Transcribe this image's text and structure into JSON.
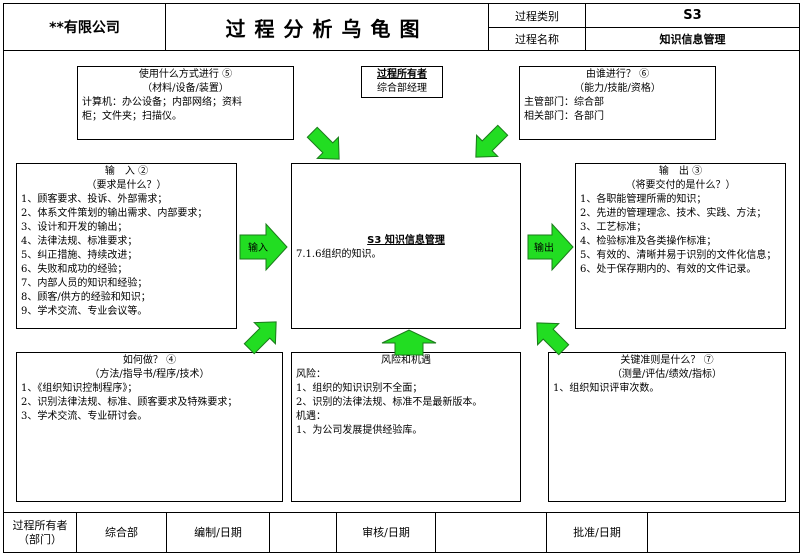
{
  "header": {
    "company": "**有限公司",
    "title": "过程分析乌龟图",
    "type_label": "过程类别",
    "type_value": "S3",
    "name_label": "过程名称",
    "name_value": "知识信息管理"
  },
  "box_top_left": {
    "title": "使用什么方式进行 ⑤",
    "subtitle": "（材料/设备/装置）",
    "lines": [
      "计算机：办公设备；内部网络；资料",
      "柜；文件夹；扫描仪。"
    ]
  },
  "box_owner": {
    "title": "过程所有者",
    "value": "综合部经理"
  },
  "box_top_right": {
    "title": "由谁进行？ ⑥",
    "subtitle": "（能力/技能/资格）",
    "lines": [
      "主管部门：综合部",
      "相关部门：各部门"
    ]
  },
  "box_input": {
    "title": "输　入 ②",
    "subtitle": "（要求是什么？）",
    "lines": [
      "1、顾客要求、投诉、外部需求；",
      "2、体系文件策划的输出需求、内部要求；",
      "3、设计和开发的输出；",
      "4、法律法规、标准要求；",
      "5、纠正措施、持续改进；",
      "6、失败和成功的经验；",
      "7、内部人员的知识和经验；",
      "8、顾客/供方的经验和知识；",
      "9、学术交流、专业会议等。"
    ]
  },
  "box_center": {
    "title": "S3 知识信息管理",
    "lines": [
      "7.1.6组织的知识。"
    ]
  },
  "box_output": {
    "title": "输　出 ③",
    "subtitle": "（将要交付的是什么？）",
    "lines": [
      "1、各职能管理所需的知识；",
      "2、先进的管理理念、技术、实践、方法；",
      "3、工艺标准；",
      "4、检验标准及各类操作标准；",
      "5、有效的、清晰并易于识别的文件化信息；",
      "6、处于保存期内的、有效的文件记录。"
    ]
  },
  "box_bottom_left": {
    "title": "如何做？ ④",
    "subtitle": "（方法/指导书/程序/技术）",
    "lines": [
      "1、《组织知识控制程序》；",
      "2、识别法律法规、标准、顾客要求及特殊要求；",
      "3、学术交流、专业研讨会。"
    ]
  },
  "box_bottom_center": {
    "title": "风险和机遇",
    "lines": [
      "风险：",
      "1、组织的知识识别不全面；",
      "2、识别的法律法规、标准不是最新版本。",
      "机遇：",
      "1、为公司发展提供经验库。"
    ]
  },
  "box_bottom_right": {
    "title": "关键准则是什么？ ⑦",
    "subtitle": "（测量/评估/绩效/指标）",
    "lines": [
      "1、组织知识评审次数。"
    ]
  },
  "arrows": {
    "input_label": "输入",
    "output_label": "输出",
    "fill": "#22dd22",
    "stroke": "#1a7a1a"
  },
  "footer": {
    "owner_label": "过程所有者（部门）",
    "owner_value": "综合部",
    "edit_label": "编制/日期",
    "review_label": "审核/日期",
    "approve_label": "批准/日期"
  }
}
